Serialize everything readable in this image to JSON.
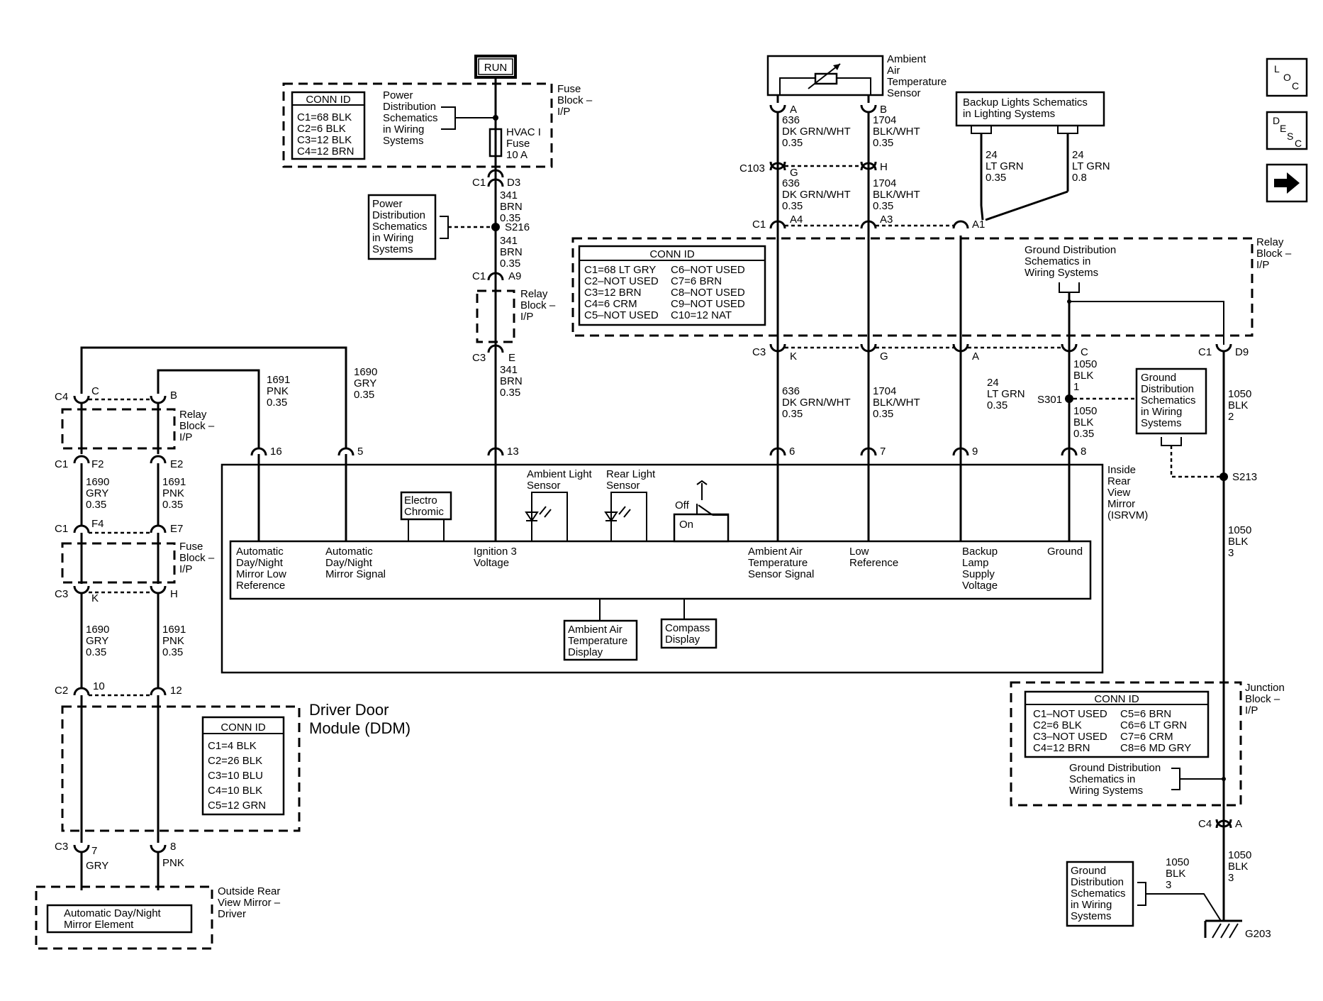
{
  "run_label": "RUN",
  "nav_icons": {
    "loc": "LOC",
    "desc": "DESC",
    "next": "arrow-right-icon"
  },
  "fuse_block_label": [
    "Fuse",
    "Block –",
    "I/P"
  ],
  "fuse_block_conn": {
    "title": "CONN ID",
    "rows": [
      "C1=68 BLK",
      "C2=6 BLK",
      "C3=12 BLK",
      "C4=12 BRN"
    ]
  },
  "power_dist_1": [
    "Power",
    "Distribution",
    "Schematics",
    "in Wiring",
    "Systems"
  ],
  "power_dist_2": [
    "Power",
    "Distribution",
    "Schematics",
    "in Wiring",
    "Systems"
  ],
  "fuse": [
    "HVAC I",
    "Fuse",
    "10 A"
  ],
  "ign_wire": {
    "c1": "C1",
    "d3": "D3",
    "w1": [
      "341",
      "BRN",
      "0.35"
    ],
    "splice": "S216",
    "w2": [
      "341",
      "BRN",
      "0.35"
    ],
    "c1b": "C1",
    "a9": "A9",
    "relay": [
      "Relay",
      "Block –",
      "I/P"
    ],
    "c3": "C3",
    "e": "E",
    "w3": [
      "341",
      "BRN",
      "0.35"
    ],
    "pin": "13"
  },
  "sensor_label": [
    "Ambient",
    "Air",
    "Temperature",
    "Sensor"
  ],
  "sensor_pins": {
    "a": "A",
    "b": "B"
  },
  "wire_636_1": [
    "636",
    "DK GRN/WHT",
    "0.35"
  ],
  "wire_1704_1": [
    "1704",
    "BLK/WHT",
    "0.35"
  ],
  "c103": "C103",
  "pin_g": "G",
  "pin_h": "H",
  "wire_636_2": [
    "636",
    "DK GRN/WHT",
    "0.35"
  ],
  "wire_1704_2": [
    "1704",
    "BLK/WHT",
    "0.35"
  ],
  "c1_right": "C1",
  "pin_a4": "A4",
  "pin_a3": "A3",
  "pin_a1": "A1",
  "backup_box": [
    "Backup Lights Schematics",
    "in Lighting Systems"
  ],
  "wire_24_a": [
    "24",
    "LT GRN",
    "0.35"
  ],
  "wire_24_b": [
    "24",
    "LT GRN",
    "0.8"
  ],
  "relay_block_conn": {
    "title": "CONN ID",
    "left": [
      "C1=68 LT GRY",
      "C2–NOT USED",
      "C3=12 BRN",
      "C4=6 CRM",
      "C5–NOT USED"
    ],
    "right": [
      "C6–NOT USED",
      "C7=6 BRN",
      "C8–NOT USED",
      "C9–NOT USED",
      "C10=12 NAT"
    ]
  },
  "relay_block_label_r": [
    "Relay",
    "Block –",
    "I/P"
  ],
  "ground_dist_1": [
    "Ground Distribution",
    "Schematics in",
    "Wiring Systems"
  ],
  "c3_right": "C3",
  "pin_k": "K",
  "pin_g2": "G",
  "pin_a": "A",
  "pin_c": "C",
  "c1_d9": "C1",
  "pin_d9": "D9",
  "wire_636_3": [
    "636",
    "DK GRN/WHT",
    "0.35"
  ],
  "wire_1704_3": [
    "1704",
    "BLK/WHT",
    "0.35"
  ],
  "wire_24_c": [
    "24",
    "LT GRN",
    "0.35"
  ],
  "wire_1050_1": [
    "1050",
    "BLK",
    "1"
  ],
  "s301": "S301",
  "wire_1050_2": [
    "1050",
    "BLK",
    "0.35"
  ],
  "ground_dist_2": [
    "Ground",
    "Distribution",
    "Schematics",
    "in Wiring",
    "Systems"
  ],
  "wire_1050_3": [
    "1050",
    "BLK",
    "2"
  ],
  "s213": "S213",
  "wire_1050_4": [
    "1050",
    "BLK",
    "3"
  ],
  "isrvm_label": [
    "Inside",
    "Rear",
    "View",
    "Mirror",
    "(ISRVM)"
  ],
  "pins_top": {
    "p16": "16",
    "p5": "5",
    "p13": "13",
    "p6": "6",
    "p7": "7",
    "p9": "9",
    "p8": "8"
  },
  "wire_1691_a": [
    "1691",
    "PNK",
    "0.35"
  ],
  "wire_1690_a": [
    "1690",
    "GRY",
    "0.35"
  ],
  "electro": [
    "Electro",
    "Chromic"
  ],
  "ambient_light": [
    "Ambient Light",
    "Sensor"
  ],
  "rear_light": [
    "Rear Light",
    "Sensor"
  ],
  "switch": {
    "off": "Off",
    "on": "On"
  },
  "functions": {
    "f1": [
      "Automatic",
      "Day/Night",
      "Mirror Low",
      "Reference"
    ],
    "f2": [
      "Automatic",
      "Day/Night",
      "Mirror Signal"
    ],
    "f3": [
      "Ignition 3",
      "Voltage"
    ],
    "f4": [
      "Ambient Air",
      "Temperature",
      "Sensor Signal"
    ],
    "f5": [
      "Low",
      "Reference"
    ],
    "f6": [
      "Backup",
      "Lamp",
      "Supply",
      "Voltage"
    ],
    "f7": [
      "Ground"
    ]
  },
  "amb_display": [
    "Ambient Air",
    "Temperature",
    "Display"
  ],
  "compass": [
    "Compass",
    "Display"
  ],
  "left_wires": {
    "c4": "C4",
    "pc": "C",
    "pb": "B",
    "relay": [
      "Relay",
      "Block –",
      "I/P"
    ],
    "c1": "C1",
    "f2": "F2",
    "e2": "E2",
    "w1690_a": [
      "1690",
      "GRY",
      "0.35"
    ],
    "w1691_a": [
      "1691",
      "PNK",
      "0.35"
    ],
    "c1b": "C1",
    "f4": "F4",
    "e7": "E7",
    "fuse": [
      "Fuse",
      "Block –",
      "I/P"
    ],
    "c3": "C3",
    "k": "K",
    "h": "H",
    "w1690_b": [
      "1690",
      "GRY",
      "0.35"
    ],
    "w1691_b": [
      "1691",
      "PNK",
      "0.35"
    ],
    "c2": "C2",
    "p10": "10",
    "p12": "12",
    "c3b": "C3",
    "p7": "7",
    "p8": "8",
    "gry": "GRY",
    "pnk": "PNK"
  },
  "ddm_label": [
    "Driver Door",
    "Module (DDM)"
  ],
  "ddm_conn": {
    "title": "CONN ID",
    "rows": [
      "C1=4 BLK",
      "C2=26 BLK",
      "C3=10 BLU",
      "C4=10 BLK",
      "C5=12 GRN"
    ]
  },
  "outside_mirror_label": [
    "Outside Rear",
    "View Mirror –",
    "Driver"
  ],
  "mirror_element": [
    "Automatic Day/Night",
    "Mirror Element"
  ],
  "junction_label": [
    "Junction",
    "Block –",
    "I/P"
  ],
  "junction_conn": {
    "title": "CONN ID",
    "left": [
      "C1–NOT USED",
      "C2=6 BLK",
      "C3–NOT USED",
      "C4=12 BRN"
    ],
    "right": [
      "C5=6 BRN",
      "C6=6 LT GRN",
      "C7=6 CRM",
      "C8=6 MD GRY"
    ]
  },
  "ground_dist_3": [
    "Ground Distribution",
    "Schematics in",
    "Wiring Systems"
  ],
  "c4_a": "C4",
  "pin_a_bot": "A",
  "wire_1050_5": [
    "1050",
    "BLK",
    "3"
  ],
  "ground_dist_4": [
    "Ground",
    "Distribution",
    "Schematics",
    "in Wiring",
    "Systems"
  ],
  "wire_1050_6": [
    "1050",
    "BLK",
    "3"
  ],
  "g203": "G203"
}
